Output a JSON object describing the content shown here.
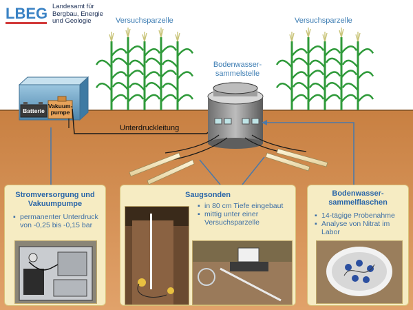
{
  "logo": {
    "mark": "LBEG",
    "org_lines": [
      "Landesamt für",
      "Bergbau, Energie",
      "und Geologie"
    ]
  },
  "labels": {
    "plot_left": "Versuchsparzelle",
    "plot_right": "Versuchsparzelle",
    "collection_point": [
      "Bodenwasser-",
      "sammelstelle"
    ],
    "vacuum_line": "Unterdruckleitung",
    "battery": "Batterie",
    "pump": [
      "Vakuum-",
      "pumpe"
    ]
  },
  "panels": {
    "power": {
      "title": [
        "Stromversorgung und",
        "Vakuumpumpe"
      ],
      "bullets": [
        "permanenter Unterdruck von -0,25 bis  -0,15 bar"
      ]
    },
    "probes": {
      "title": "Saugsonden",
      "bullets": [
        "in 80 cm Tiefe eingebaut",
        "mittig unter einer Versuchsparzelle"
      ]
    },
    "bottles": {
      "title": [
        "Bodenwasser-",
        "sammelflaschen"
      ],
      "bullets": [
        "14-tägige Probenahme",
        "Analyse von Nitrat im Labor"
      ]
    }
  },
  "colors": {
    "soil": "#c97c3f",
    "accent_blue": "#3d7db3",
    "panel_bg": "#f6ecc3",
    "plant_green": "#2f9a3a"
  }
}
